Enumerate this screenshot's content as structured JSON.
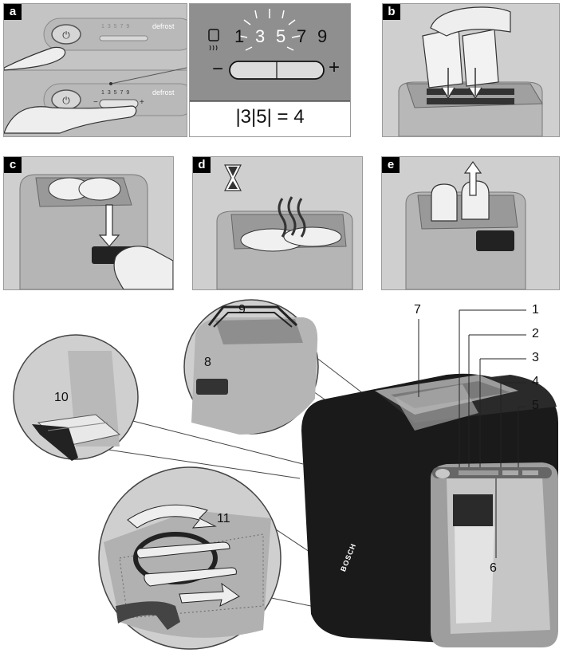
{
  "panels": {
    "a": "a",
    "b": "b",
    "c": "c",
    "d": "d",
    "e": "e"
  },
  "panel_a": {
    "scale_small": "1 3 5 7 9",
    "defrost": "defrost",
    "minus": "−",
    "plus": "+",
    "zoom_numbers": [
      "1",
      "3",
      "5",
      "7",
      "9"
    ],
    "zoom_minus": "−",
    "zoom_plus": "+",
    "formula": "|3|5| = 4"
  },
  "brand": "BOSCH",
  "callouts": {
    "c1": "1",
    "c2": "2",
    "c3": "3",
    "c4": "4",
    "c5": "5",
    "c6": "6",
    "c7": "7",
    "c8": "8",
    "c9": "9",
    "c10": "10",
    "c11": "11"
  }
}
